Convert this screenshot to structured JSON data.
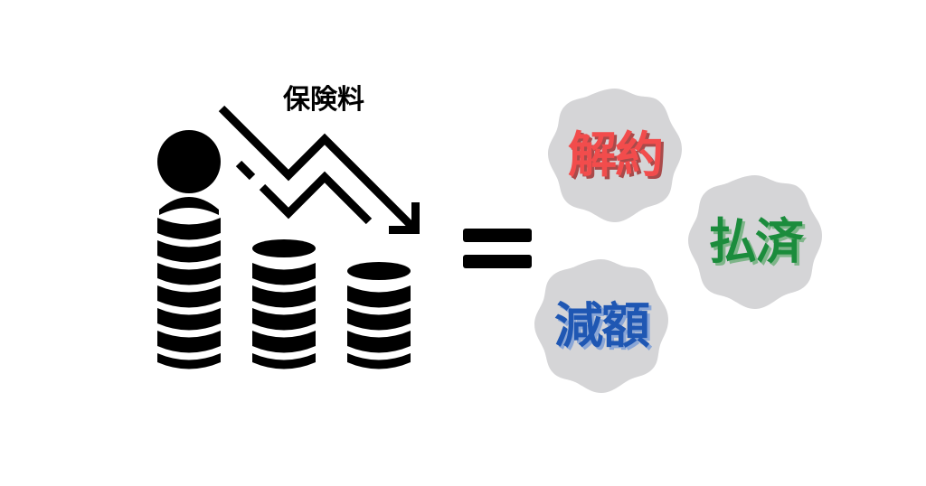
{
  "illustration": {
    "title_label": "保険料",
    "trend": "down-arrow-icon",
    "coin_stacks": [
      {
        "name": "tall-stack",
        "bands": 8,
        "has_coin_on_top": true
      },
      {
        "name": "medium-stack",
        "bands": 5,
        "has_coin_on_top": false
      },
      {
        "name": "short-stack",
        "bands": 4,
        "has_coin_on_top": false
      }
    ],
    "equals_symbol": "="
  },
  "options": [
    {
      "label": "解約",
      "color": "#f24c4c",
      "shadow": "#a94a4a"
    },
    {
      "label": "払済",
      "color": "#1b8c3c",
      "shadow": "#6fae7c"
    },
    {
      "label": "減額",
      "color": "#1f57b3",
      "shadow": "#7f9fd2"
    }
  ],
  "colors": {
    "background": "#ffffff",
    "icon": "#000000",
    "badge_fill": "#d5d5d7"
  }
}
